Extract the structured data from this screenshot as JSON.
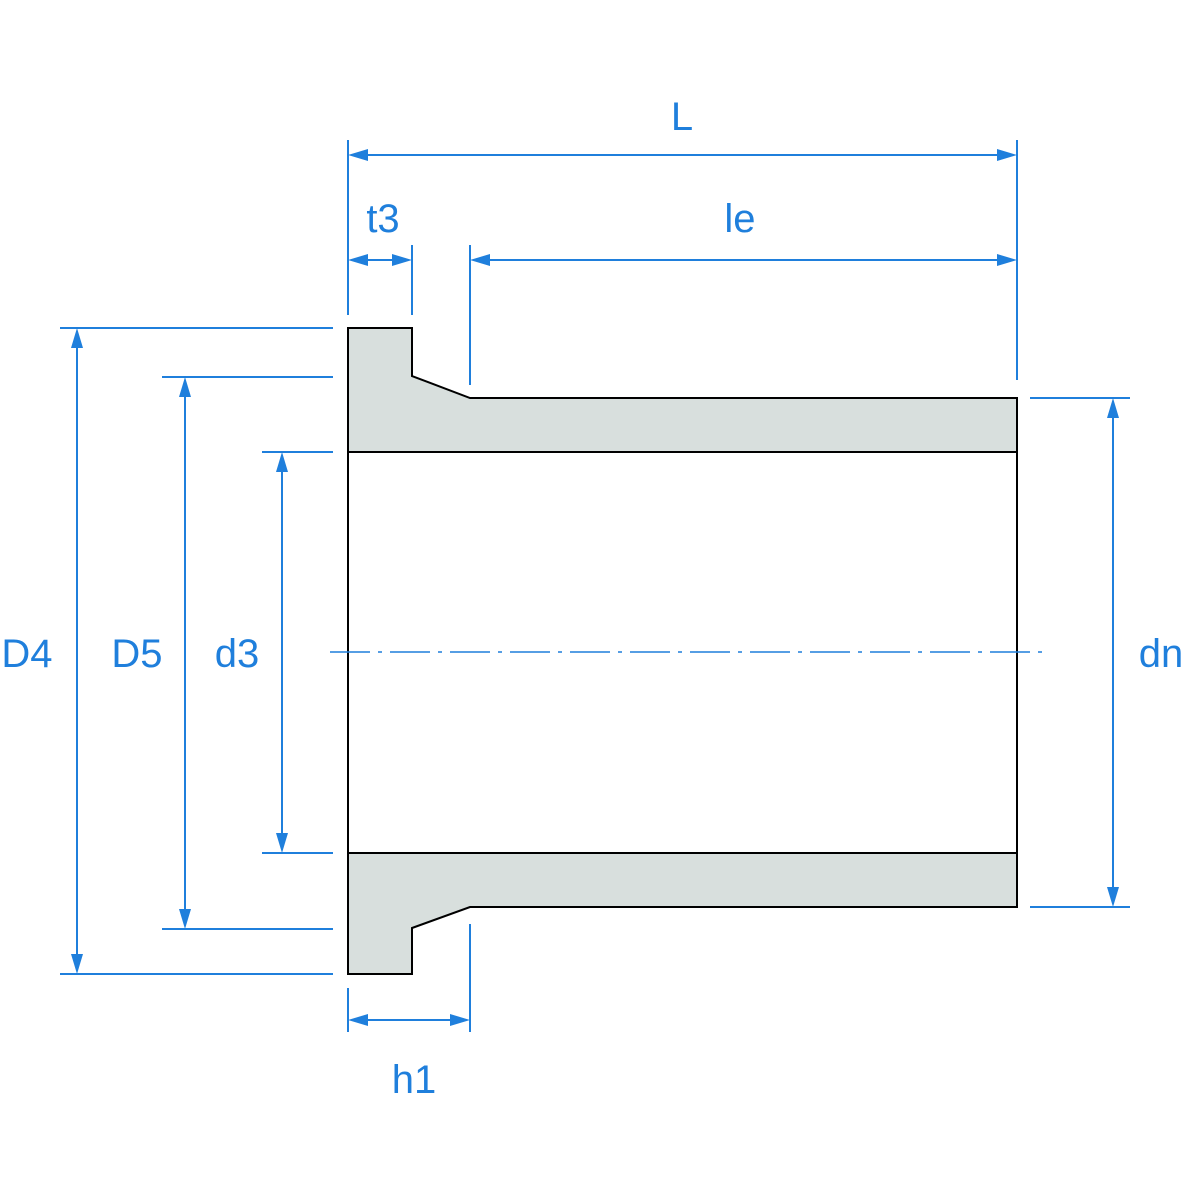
{
  "labels": {
    "L": "L",
    "le": "le",
    "t3": "t3",
    "h1": "h1",
    "D4": "D4",
    "D5": "D5",
    "d3": "d3",
    "dn": "dn"
  },
  "colors": {
    "dimension": "#1f7fdc",
    "part_fill": "#d8dfdd",
    "outline": "#000000"
  }
}
